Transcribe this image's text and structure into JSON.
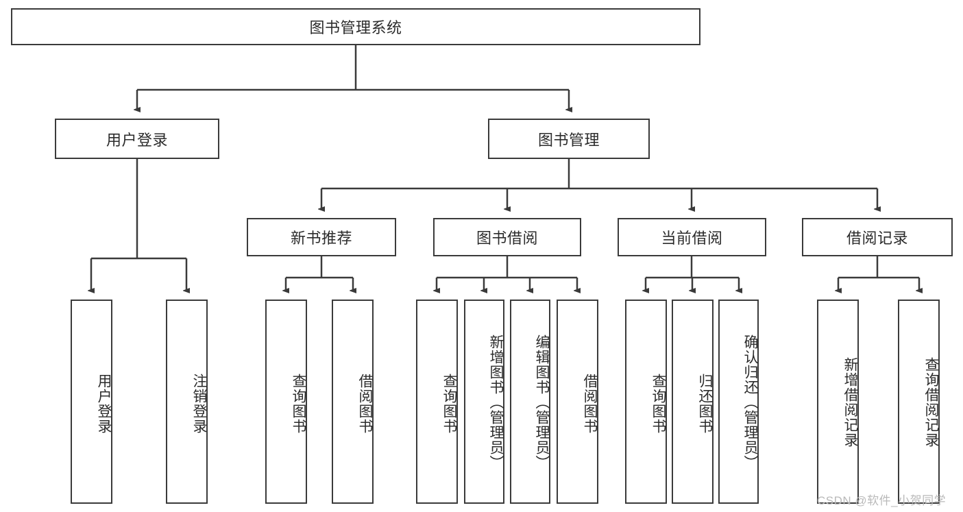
{
  "diagram": {
    "type": "tree-hierarchy",
    "title": "图书管理系统",
    "root": {
      "label": "图书管理系统"
    },
    "level1": [
      {
        "label": "用户登录"
      },
      {
        "label": "图书管理"
      }
    ],
    "level2": [
      {
        "label": "新书推荐"
      },
      {
        "label": "图书借阅"
      },
      {
        "label": "当前借阅"
      },
      {
        "label": "借阅记录"
      }
    ],
    "leaves": {
      "user_login": [
        {
          "label": "用户登录"
        },
        {
          "label": "注销登录"
        }
      ],
      "new_book_recommend": [
        {
          "label": "查询图书"
        },
        {
          "label": "借阅图书"
        }
      ],
      "book_borrow": [
        {
          "label": "查询图书"
        },
        {
          "label": "新增图书（管理员）"
        },
        {
          "label": "编辑图书（管理员）"
        },
        {
          "label": "借阅图书"
        }
      ],
      "current_borrow": [
        {
          "label": "查询图书"
        },
        {
          "label": "归还图书"
        },
        {
          "label": "确认归还（管理员）"
        }
      ],
      "borrow_record": [
        {
          "label": "新增借阅记录"
        },
        {
          "label": "查询借阅记录"
        }
      ]
    }
  },
  "watermark": {
    "text": "CSDN @软件_小贺同学"
  },
  "colors": {
    "border": "#3a3a3a",
    "text": "#2b2b2b",
    "background": "#ffffff",
    "watermark": "#b9b9b9"
  }
}
